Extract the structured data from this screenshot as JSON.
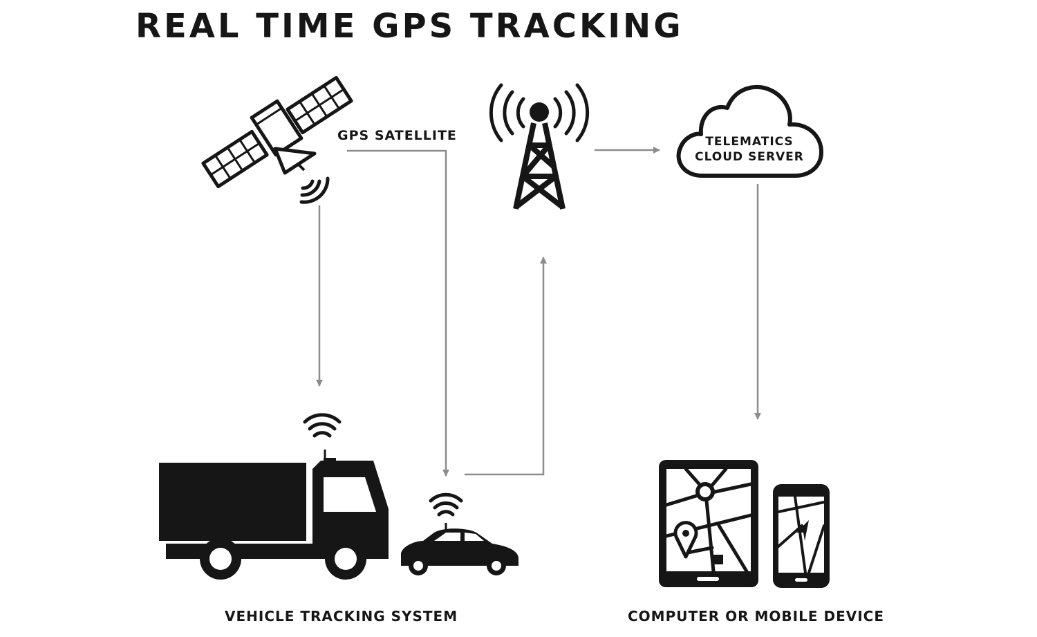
{
  "title": "REAL TIME GPS TRACKING",
  "labels": {
    "gps_satellite": "GPS SATELLITE",
    "cloud_line1": "TELEMATICS",
    "cloud_line2": "CLOUD SERVER",
    "vehicle_tracking": "VEHICLE TRACKING SYSTEM",
    "device": "COMPUTER OR MOBILE DEVICE"
  },
  "colors": {
    "ink": "#161616",
    "arrow": "#8c8c8c",
    "background": "#ffffff"
  },
  "icons": [
    "satellite-icon",
    "cell-tower-icon",
    "cloud-icon",
    "truck-icon",
    "car-icon",
    "tablet-map-icon",
    "smartphone-map-icon",
    "wifi-signal-icon"
  ]
}
